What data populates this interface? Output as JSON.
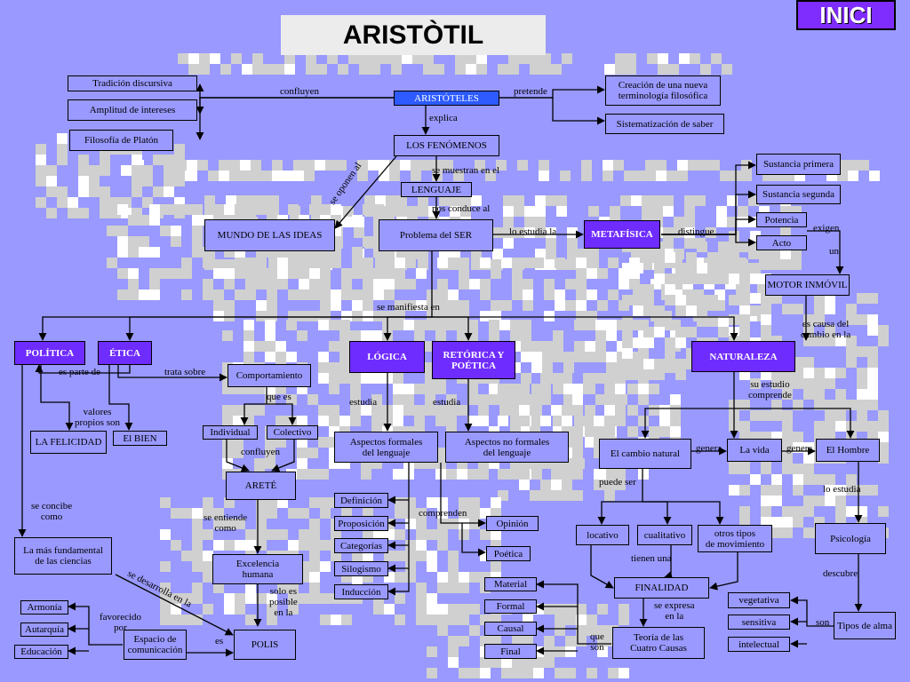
{
  "title": "ARISTÒTIL",
  "inici_button": "INICI",
  "nodes": {
    "aristoteles": "ARISTÓTELES",
    "tradicion": "Tradición discursiva",
    "amplitud": "Amplitud de intereses",
    "filosofia_platon": "Filosofía de Platón",
    "creacion": "Creación  de una nueva\nterminología filosófica",
    "sistematizacion": "Sistematización de saber",
    "fenomenos": "LOS FENÓMENOS",
    "lenguaje": "LENGUAJE",
    "mundo_ideas": "MUNDO DE LAS IDEAS",
    "problema_ser": "Problema del SER",
    "metafisica": "METAFÍSICA",
    "sustancia_primera": "Sustancia primera",
    "sustancia_segunda": "Sustancia segunda",
    "potencia": "Potencia",
    "acto": "Acto",
    "motor": "MOTOR INMÓVIL",
    "politica": "POLÍTICA",
    "etica": "ÉTICA",
    "logica": "LÓGICA",
    "retorica": "RETÓRICA Y\nPOÉTICA",
    "naturaleza": "NATURALEZA",
    "comportamiento": "Comportamiento",
    "felicidad": "LA FELICIDAD",
    "bien": "El BIEN",
    "individual": "Individual",
    "colectivo": "Colectivo",
    "arete": "ARETÉ",
    "aspectos_formales": "Aspectos formales\ndel lenguaje",
    "aspectos_no_formales": "Aspectos no formales\ndel lenguaje",
    "cambio_natural": "El cambio natural",
    "vida": "La vida",
    "hombre": "El Hombre",
    "definicion": "Definición",
    "proposicion": "Proposición",
    "categorias": "Categorías",
    "silogismo": "Silogismo",
    "induccion": "Inducción",
    "opinion": "Opinión",
    "poetica": "Poética",
    "mas_fundamental": "La más fundamental\nde las ciencias",
    "excelencia": "Excelencia\nhumana",
    "armonia": "Armonía",
    "autarquia": "Autarquía",
    "educacion": "Educación",
    "espacio": "Espacio de\ncomunicación",
    "polis": "POLIS",
    "locativo": "locativo",
    "cualitativo": "cualitativo",
    "otros_tipos": "otros tipos\nde movimiento",
    "finalidad": "FINALIDAD",
    "material": "Material",
    "formal": "Formal",
    "causal": "Causal",
    "final": "Final",
    "teoria": "Teoría de las\nCuatro Causas",
    "psicologia": "Psicología",
    "vegetativa": "vegetativa",
    "sensitiva": "sensitiva",
    "intelectual": "intelectual",
    "tipos_alma": "Tipos de alma"
  },
  "labels": {
    "confluyen_top": "confluyen",
    "pretende": "pretende",
    "explica": "explica",
    "se_muestran": "se muestran en el",
    "se_oponen": "se oponen al",
    "nos_conduce": "nos conduce al",
    "lo_estudia_la": "lo estudia la",
    "distingue": "distingue",
    "exigen": "exigen",
    "un": "un",
    "se_manifiesta": "se manifiesta  en",
    "es_causa": "es causa del\ncambio en la",
    "es_parte_de": "es parte de",
    "trata_sobre": "trata sobre",
    "valores": "valores\npropios son",
    "que_es": "que es",
    "confluyen_arete": "confluyen",
    "estudia_logica": "estudia",
    "estudia_retorica": "estudia",
    "su_estudio": "su estudio\ncomprende",
    "genera_1": "genera",
    "genera_2": "genera",
    "puede_ser": "puede ser",
    "lo_estudia": "lo estudia",
    "se_concibe": "se concibe\ncomo",
    "se_entiende": "se entiende\ncomo",
    "comprenden": "comprenden",
    "se_desarrolla": "se desarrolla en la",
    "tienen_una": "tienen una",
    "descubre": "descubre",
    "solo_posible": "solo es\nposible\nen la",
    "favorecido": "favorecido\npor",
    "es": "es",
    "se_expresa": "se expresa\nen la",
    "que_son": "que\nson",
    "son": "son"
  },
  "colors": {
    "background": "#9999ff",
    "highlight": "#6f2cff",
    "root": "#2d5bff",
    "title_box": "#ececec",
    "pattern_light": "#d0d0d0",
    "pattern_white": "#ffffff"
  }
}
